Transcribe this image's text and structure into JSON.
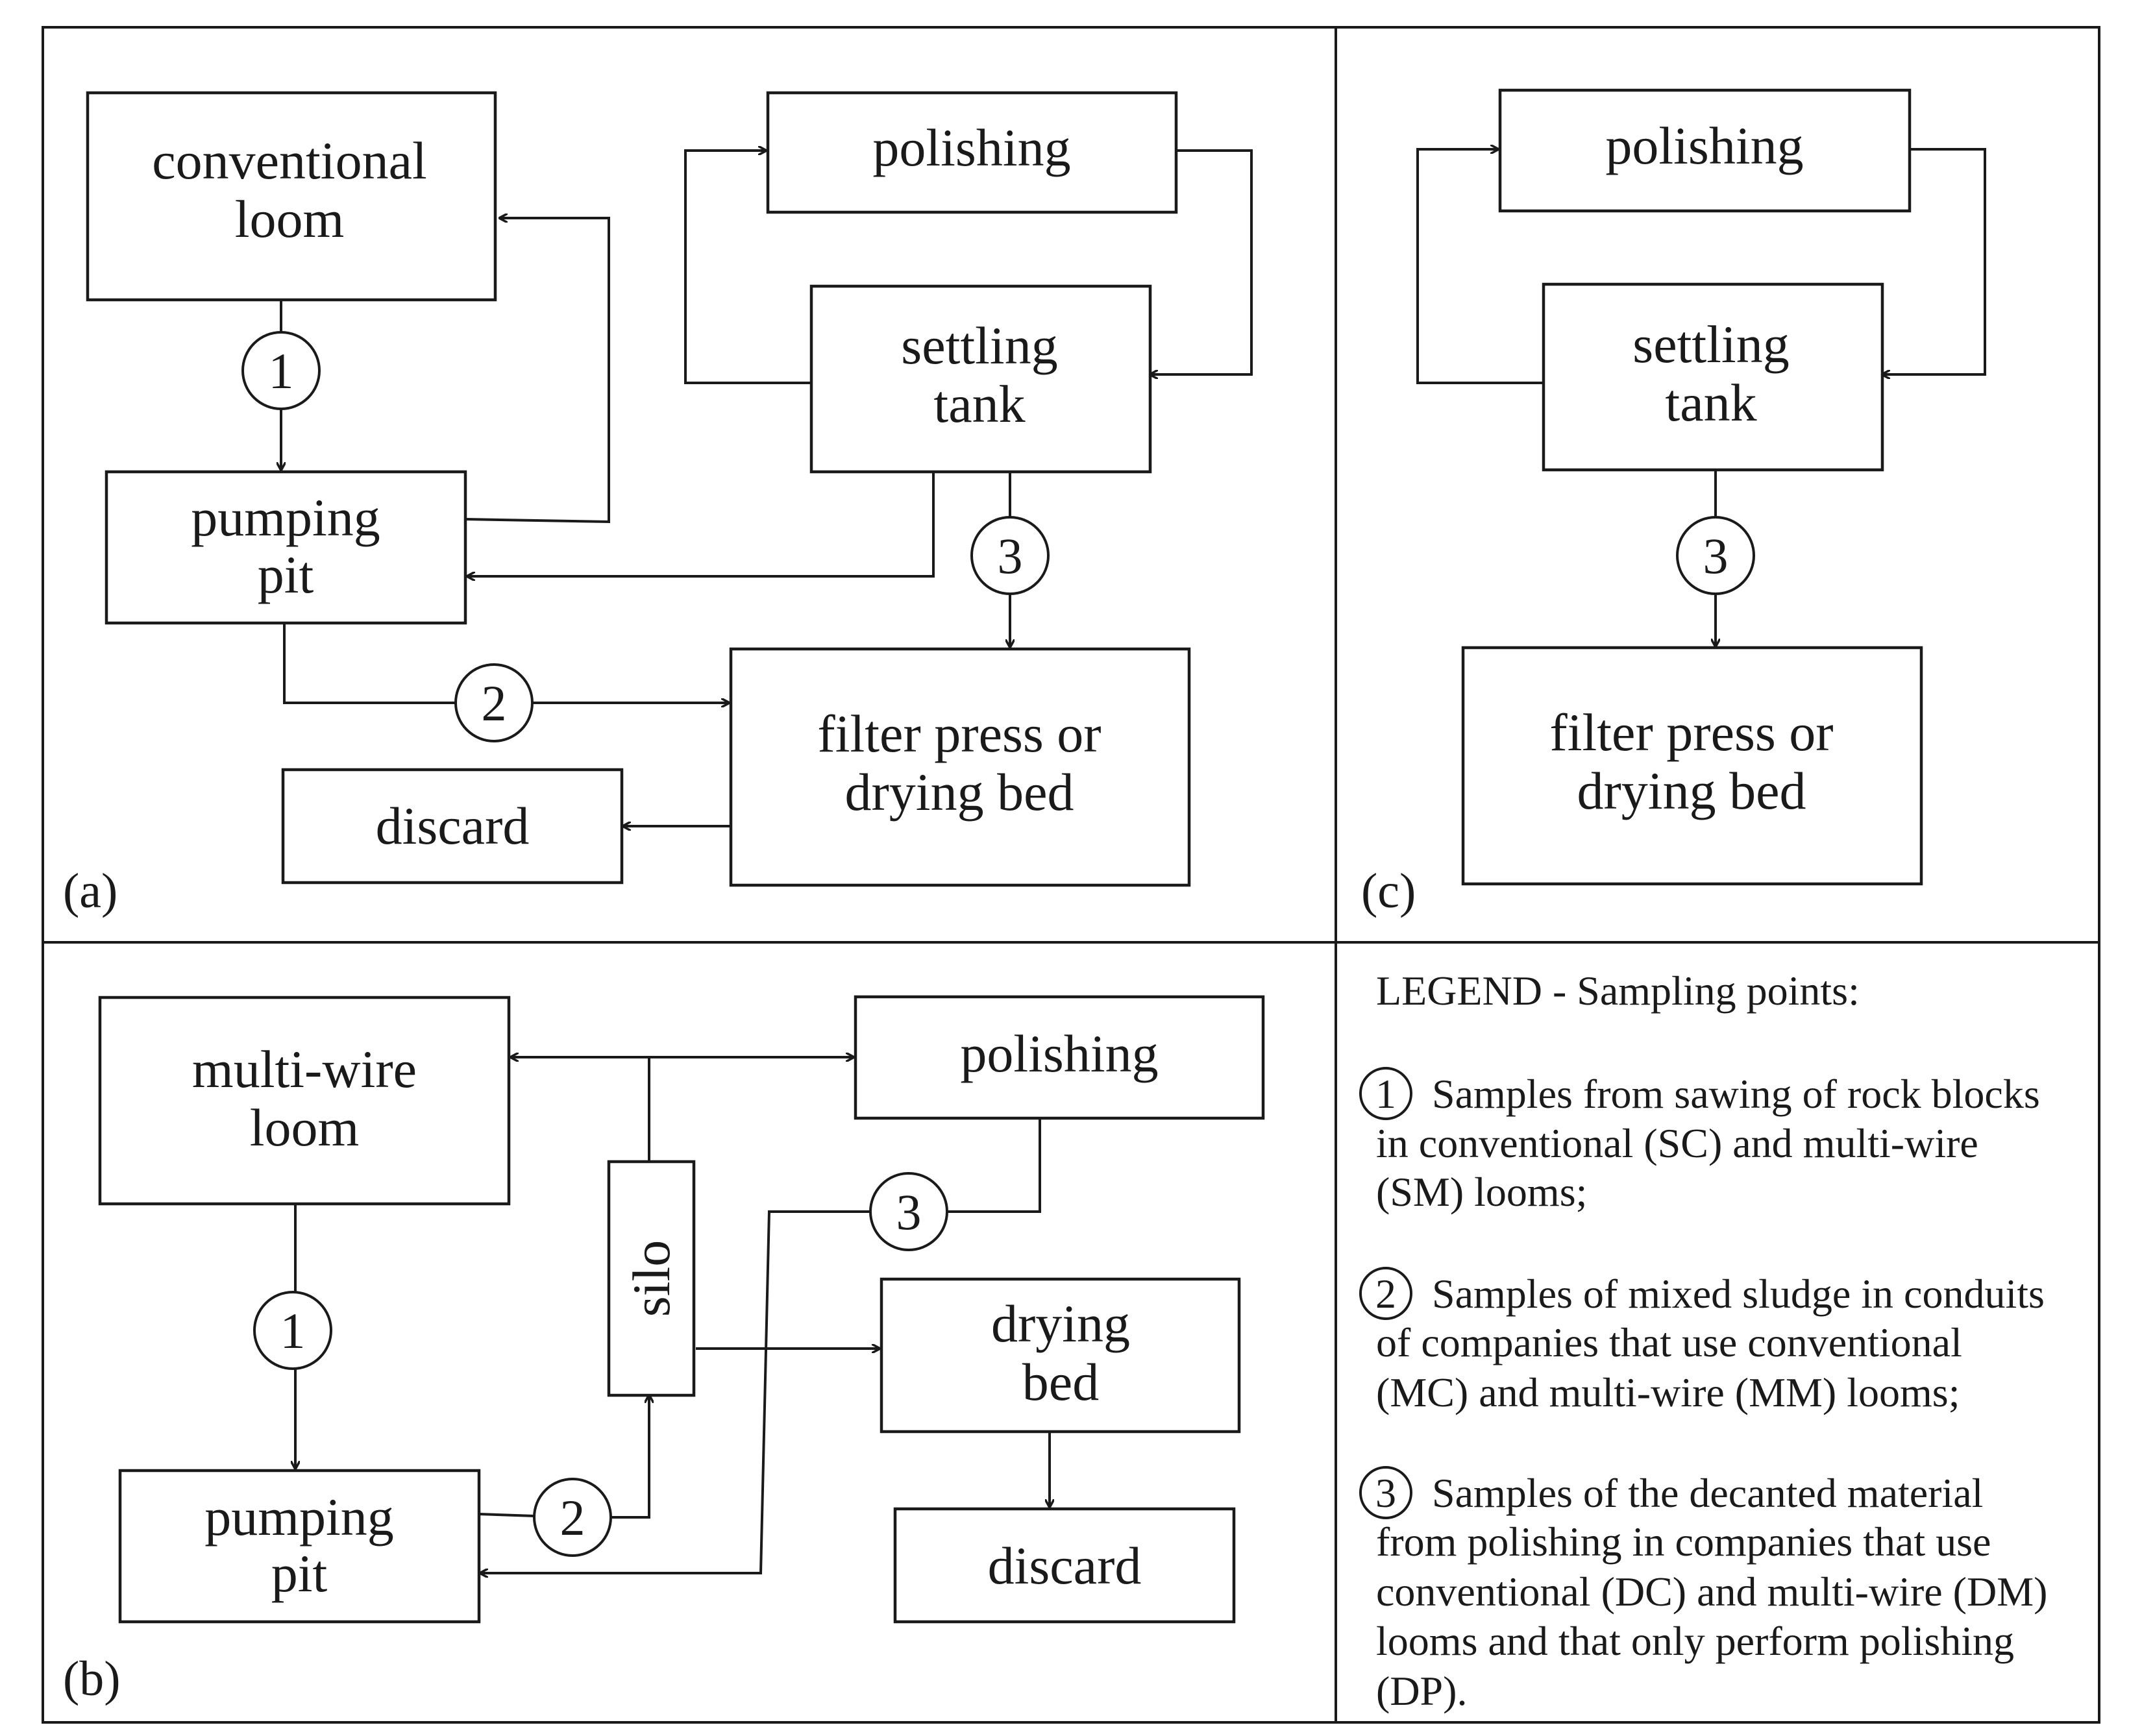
{
  "panels": {
    "a": "(a)",
    "b": "(b)",
    "c": "(c)"
  },
  "markers": {
    "one": "1",
    "two": "2",
    "three": "3"
  },
  "panel_a": {
    "conventional_loom": [
      "conventional",
      "loom"
    ],
    "polishing": "polishing",
    "settling_tank": [
      "settling",
      "tank"
    ],
    "pumping_pit": [
      "pumping",
      "pit"
    ],
    "filter_press": [
      "filter press or",
      "drying bed"
    ],
    "discard": "discard"
  },
  "panel_b": {
    "multi_wire_loom": [
      "multi-wire",
      "loom"
    ],
    "polishing": "polishing",
    "silo": "silo",
    "drying_bed": [
      "drying",
      "bed"
    ],
    "pumping_pit": [
      "pumping",
      "pit"
    ],
    "discard": "discard"
  },
  "panel_c": {
    "polishing": "polishing",
    "settling_tank": [
      "settling",
      "tank"
    ],
    "filter_press": [
      "filter press or",
      "drying bed"
    ]
  },
  "legend": {
    "title": "LEGEND - Sampling points:",
    "item1": [
      "Samples from sawing of rock blocks",
      "in conventional (SC) and multi-wire",
      "(SM) looms;"
    ],
    "item2": [
      "Samples of mixed sludge in conduits",
      "of companies that use conventional",
      "(MC) and multi-wire (MM) looms;"
    ],
    "item3": [
      "Samples of the decanted material",
      "from polishing in companies that use",
      "conventional (DC) and multi-wire (DM)",
      "looms and that only perform polishing",
      "(DP)."
    ]
  }
}
